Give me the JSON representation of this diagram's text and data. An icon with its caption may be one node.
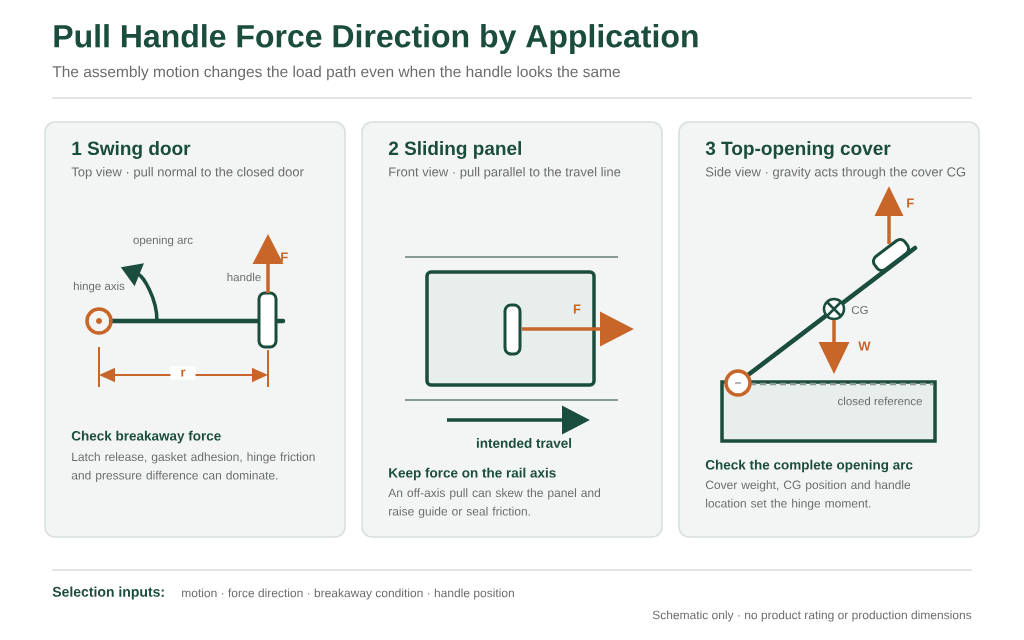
{
  "diagram": {
    "title": "Pull Handle Force Direction by Application",
    "nodes": [
      {
        "text": [
          "1 Swing door",
          "Top view · pull normal to the closed door",
          "Check breakaway force",
          "Latch release, gasket adhesion, hinge friction and pressure difference can dominate."
        ]
      },
      {
        "text": [
          "2 Sliding panel",
          "Front view · pull parallel to the travel line",
          "Keep force on the rail axis",
          "An off-axis pull can skew the panel and raise guide or seal friction."
        ]
      },
      {
        "text": [
          "3 Top-opening cover",
          "Side view · gravity acts through the cover CG",
          "Check the complete opening arc",
          "Cover weight, CG position and handle location set the hinge moment."
        ]
      }
    ],
    "labels": [
      "The assembly motion changes the load path even when the handle looks the same",
      "opening arc",
      "hinge axis",
      "handle",
      "F",
      "r",
      "F",
      "intended travel",
      "F",
      "CG",
      "W",
      "closed reference",
      "Selection inputs:",
      "motion · force direction · breakaway condition · handle position",
      "Schematic only · no product rating or production dimensions"
    ]
  }
}
